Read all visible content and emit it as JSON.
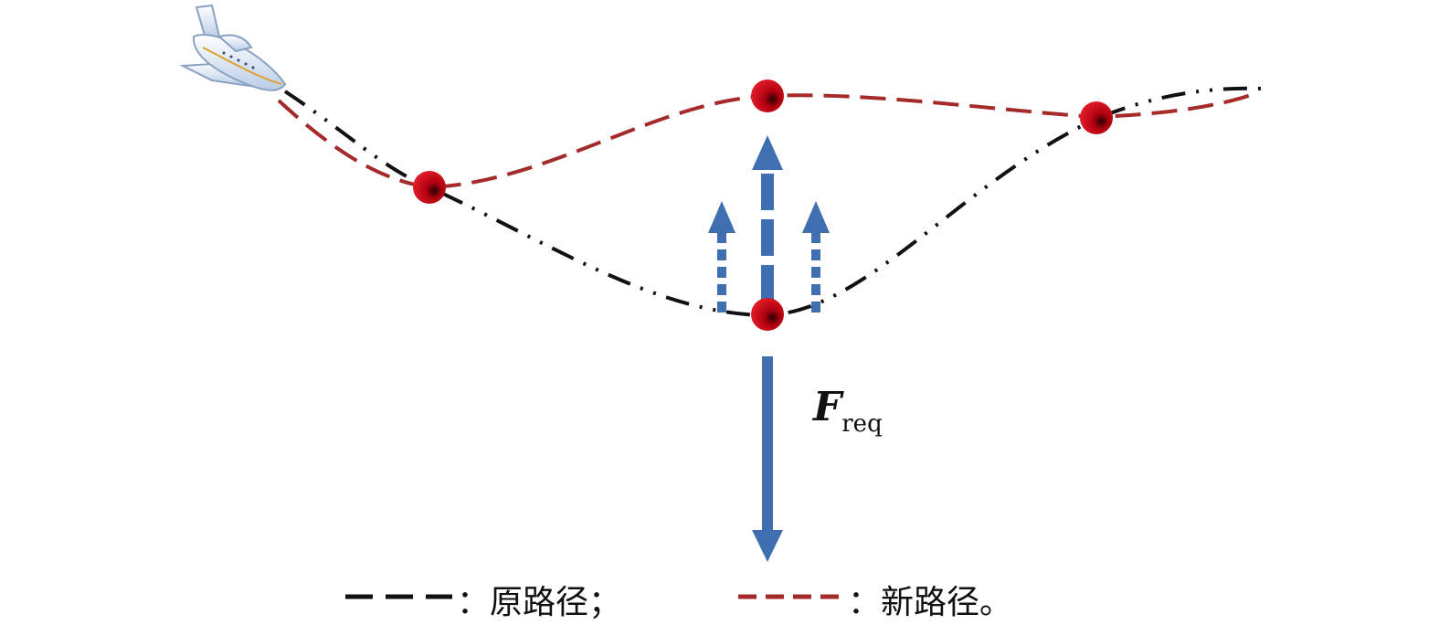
{
  "force_label": {
    "symbol": "F",
    "subscript": "req"
  },
  "legend": [
    {
      "text": "：原路径；",
      "color": "#111111",
      "name": "original-path"
    },
    {
      "text": "：新路径。",
      "color": "#a52a2a",
      "name": "new-path"
    }
  ],
  "colors": {
    "original_path": "#111111",
    "new_path": "#a52a2a",
    "arrow": "#3f6fb0",
    "node": "#d0141b"
  }
}
